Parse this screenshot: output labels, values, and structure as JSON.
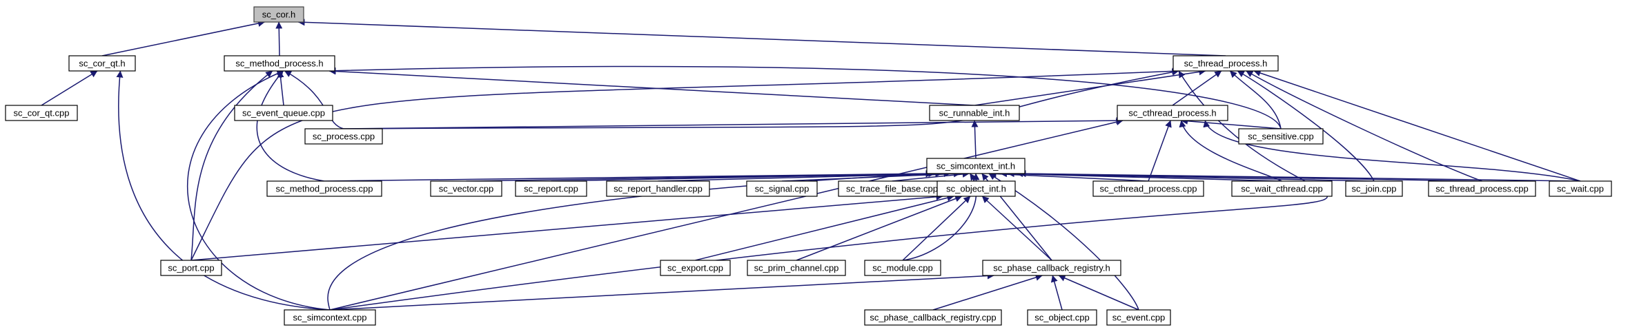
{
  "graph": {
    "nodes": [
      {
        "id": "sc_cor_h",
        "label": "sc_cor.h",
        "root": true
      },
      {
        "id": "sc_cor_qt_h",
        "label": "sc_cor_qt.h"
      },
      {
        "id": "sc_method_process_h",
        "label": "sc_method_process.h"
      },
      {
        "id": "sc_thread_process_h",
        "label": "sc_thread_process.h"
      },
      {
        "id": "sc_cor_qt_cpp",
        "label": "sc_cor_qt.cpp"
      },
      {
        "id": "sc_event_queue_cpp",
        "label": "sc_event_queue.cpp"
      },
      {
        "id": "sc_runnable_int_h",
        "label": "sc_runnable_int.h"
      },
      {
        "id": "sc_cthread_process_h",
        "label": "sc_cthread_process.h"
      },
      {
        "id": "sc_process_cpp",
        "label": "sc_process.cpp"
      },
      {
        "id": "sc_simcontext_int_h",
        "label": "sc_simcontext_int.h"
      },
      {
        "id": "sc_sensitive_cpp",
        "label": "sc_sensitive.cpp"
      },
      {
        "id": "sc_method_process_cpp",
        "label": "sc_method_process.cpp"
      },
      {
        "id": "sc_vector_cpp",
        "label": "sc_vector.cpp"
      },
      {
        "id": "sc_report_cpp",
        "label": "sc_report.cpp"
      },
      {
        "id": "sc_report_handler_cpp",
        "label": "sc_report_handler.cpp"
      },
      {
        "id": "sc_signal_cpp",
        "label": "sc_signal.cpp"
      },
      {
        "id": "sc_trace_file_base_cpp",
        "label": "sc_trace_file_base.cpp"
      },
      {
        "id": "sc_object_int_h",
        "label": "sc_object_int.h"
      },
      {
        "id": "sc_cthread_process_cpp",
        "label": "sc_cthread_process.cpp"
      },
      {
        "id": "sc_wait_cthread_cpp",
        "label": "sc_wait_cthread.cpp"
      },
      {
        "id": "sc_join_cpp",
        "label": "sc_join.cpp"
      },
      {
        "id": "sc_thread_process_cpp",
        "label": "sc_thread_process.cpp"
      },
      {
        "id": "sc_wait_cpp",
        "label": "sc_wait.cpp"
      },
      {
        "id": "sc_port_cpp",
        "label": "sc_port.cpp"
      },
      {
        "id": "sc_export_cpp",
        "label": "sc_export.cpp"
      },
      {
        "id": "sc_prim_channel_cpp",
        "label": "sc_prim_channel.cpp"
      },
      {
        "id": "sc_module_cpp",
        "label": "sc_module.cpp"
      },
      {
        "id": "sc_phase_callback_registry_h",
        "label": "sc_phase_callback_registry.h"
      },
      {
        "id": "sc_simcontext_cpp",
        "label": "sc_simcontext.cpp"
      },
      {
        "id": "sc_phase_callback_registry_cpp",
        "label": "sc_phase_callback_registry.cpp"
      },
      {
        "id": "sc_object_cpp",
        "label": "sc_object.cpp"
      },
      {
        "id": "sc_event_cpp",
        "label": "sc_event.cpp"
      }
    ],
    "edges": [
      [
        "sc_cor_qt_h",
        "sc_cor_h"
      ],
      [
        "sc_method_process_h",
        "sc_cor_h"
      ],
      [
        "sc_thread_process_h",
        "sc_cor_h"
      ],
      [
        "sc_cor_qt_cpp",
        "sc_cor_qt_h"
      ],
      [
        "sc_simcontext_cpp",
        "sc_cor_qt_h"
      ],
      [
        "sc_event_queue_cpp",
        "sc_method_process_h"
      ],
      [
        "sc_runnable_int_h",
        "sc_method_process_h"
      ],
      [
        "sc_process_cpp",
        "sc_method_process_h"
      ],
      [
        "sc_sensitive_cpp",
        "sc_method_process_h"
      ],
      [
        "sc_method_process_cpp",
        "sc_method_process_h"
      ],
      [
        "sc_port_cpp",
        "sc_method_process_h"
      ],
      [
        "sc_simcontext_cpp",
        "sc_method_process_h"
      ],
      [
        "sc_runnable_int_h",
        "sc_thread_process_h"
      ],
      [
        "sc_cthread_process_h",
        "sc_thread_process_h"
      ],
      [
        "sc_process_cpp",
        "sc_thread_process_h"
      ],
      [
        "sc_sensitive_cpp",
        "sc_thread_process_h"
      ],
      [
        "sc_join_cpp",
        "sc_thread_process_h"
      ],
      [
        "sc_thread_process_cpp",
        "sc_thread_process_h"
      ],
      [
        "sc_wait_cpp",
        "sc_thread_process_h"
      ],
      [
        "sc_port_cpp",
        "sc_thread_process_h"
      ],
      [
        "sc_simcontext_cpp",
        "sc_thread_process_h"
      ],
      [
        "sc_simcontext_int_h",
        "sc_runnable_int_h"
      ],
      [
        "sc_process_cpp",
        "sc_cthread_process_h"
      ],
      [
        "sc_sensitive_cpp",
        "sc_cthread_process_h"
      ],
      [
        "sc_cthread_process_cpp",
        "sc_cthread_process_h"
      ],
      [
        "sc_wait_cthread_cpp",
        "sc_cthread_process_h"
      ],
      [
        "sc_wait_cpp",
        "sc_cthread_process_h"
      ],
      [
        "sc_simcontext_cpp",
        "sc_cthread_process_h"
      ],
      [
        "sc_method_process_cpp",
        "sc_simcontext_int_h"
      ],
      [
        "sc_vector_cpp",
        "sc_simcontext_int_h"
      ],
      [
        "sc_report_cpp",
        "sc_simcontext_int_h"
      ],
      [
        "sc_report_handler_cpp",
        "sc_simcontext_int_h"
      ],
      [
        "sc_signal_cpp",
        "sc_simcontext_int_h"
      ],
      [
        "sc_trace_file_base_cpp",
        "sc_simcontext_int_h"
      ],
      [
        "sc_object_int_h",
        "sc_simcontext_int_h"
      ],
      [
        "sc_cthread_process_cpp",
        "sc_simcontext_int_h"
      ],
      [
        "sc_wait_cthread_cpp",
        "sc_simcontext_int_h"
      ],
      [
        "sc_join_cpp",
        "sc_simcontext_int_h"
      ],
      [
        "sc_thread_process_cpp",
        "sc_simcontext_int_h"
      ],
      [
        "sc_wait_cpp",
        "sc_simcontext_int_h"
      ],
      [
        "sc_module_cpp",
        "sc_simcontext_int_h"
      ],
      [
        "sc_event_cpp",
        "sc_simcontext_int_h"
      ],
      [
        "sc_simcontext_cpp",
        "sc_simcontext_int_h"
      ],
      [
        "sc_phase_callback_registry_h",
        "sc_simcontext_int_h"
      ],
      [
        "sc_port_cpp",
        "sc_object_int_h"
      ],
      [
        "sc_export_cpp",
        "sc_object_int_h"
      ],
      [
        "sc_prim_channel_cpp",
        "sc_object_int_h"
      ],
      [
        "sc_module_cpp",
        "sc_object_int_h"
      ],
      [
        "sc_phase_callback_registry_h",
        "sc_object_int_h"
      ],
      [
        "sc_simcontext_cpp",
        "sc_phase_callback_registry_h"
      ],
      [
        "sc_phase_callback_registry_cpp",
        "sc_phase_callback_registry_h"
      ],
      [
        "sc_object_cpp",
        "sc_phase_callback_registry_h"
      ],
      [
        "sc_event_cpp",
        "sc_phase_callback_registry_h"
      ]
    ]
  }
}
